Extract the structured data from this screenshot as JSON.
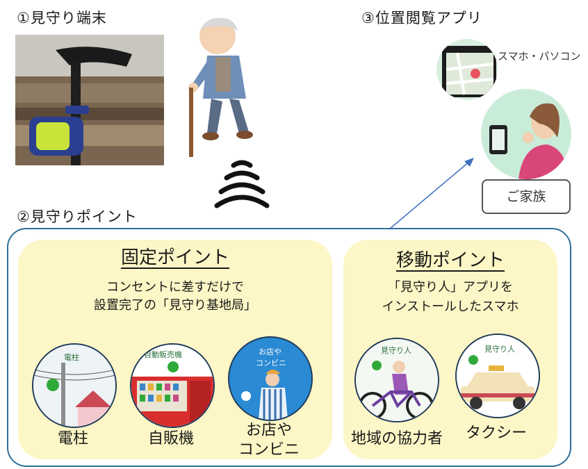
{
  "labels": {
    "terminal": "①見守り端末",
    "app": "③位置閲覧アプリ",
    "points": "②見守りポイント"
  },
  "app": {
    "device_label": "スマホ・パソコン",
    "family_button": "ご家族"
  },
  "fixed": {
    "title": "固定ポイント",
    "desc_line1": "コンセントに差すだけで",
    "desc_line2": "設置完了の「見守り基地局」",
    "items": [
      {
        "tag": "電柱",
        "caption": "電柱"
      },
      {
        "tag": "自動販売機",
        "caption": "自販機"
      },
      {
        "tag_line1": "お店や",
        "tag_line2": "コンビニ",
        "caption_line1": "お店や",
        "caption_line2": "コンビニ"
      }
    ]
  },
  "mobile": {
    "title": "移動ポイント",
    "desc_line1": "「見守り人」アプリを",
    "desc_line2": "インストールしたスマホ",
    "items": [
      {
        "tag": "見守り人",
        "caption": "地域の協力者"
      },
      {
        "tag": "見守り人",
        "caption": "タクシー"
      }
    ]
  },
  "colors": {
    "card_bg": "#fdf6c6",
    "frame": "#2f6f9a",
    "arrow": "#3e6fbf",
    "accent_green": "#2faa3a",
    "app_circle_bg": "#c9ecd9"
  },
  "icons": [
    "cane-device-photo",
    "elderly-person-icon",
    "signal-waves-icon",
    "wifi-icon",
    "map-pin-icon",
    "smartphone-icon",
    "family-member-icon",
    "utility-pole-icon",
    "vending-machine-icon",
    "store-clerk-icon",
    "bicycle-icon",
    "taxi-icon"
  ]
}
